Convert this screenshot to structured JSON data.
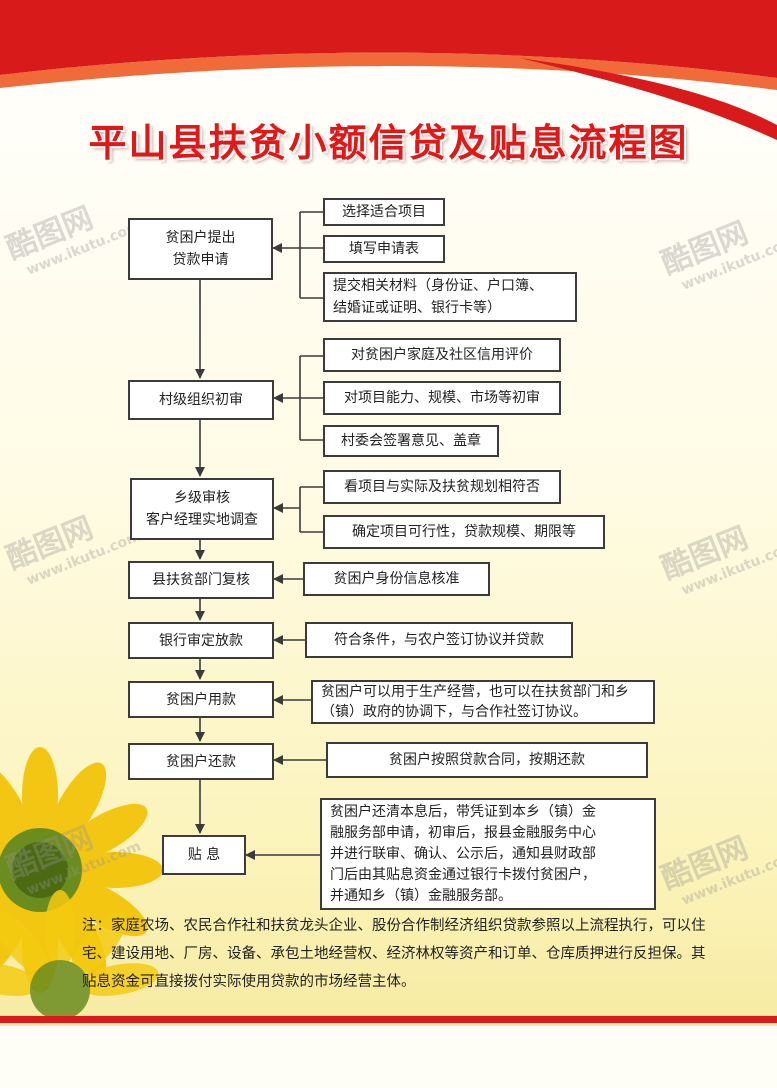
{
  "title": "平山县扶贫小额信贷及贴息流程图",
  "watermark": {
    "brand": "酷图网",
    "url": "www.ikutu.com"
  },
  "colors": {
    "title": "#e01818",
    "band": "#d91a1a",
    "box_border": "#3b3b3b"
  },
  "main_steps": [
    {
      "label": "贫困户提出\n贷款申请"
    },
    {
      "label": "村级组织初审"
    },
    {
      "label": "乡级审核\n客户经理实地调查"
    },
    {
      "label": "县扶贫部门复核"
    },
    {
      "label": "银行审定放款"
    },
    {
      "label": "贫困户用款"
    },
    {
      "label": "贫困户还款"
    },
    {
      "label": "贴  息"
    }
  ],
  "side_notes": [
    {
      "label": "选择适合项目"
    },
    {
      "label": "填写申请表"
    },
    {
      "label": "提交相关材料（身份证、户口簿、\n结婚证或证明、银行卡等）"
    },
    {
      "label": "对贫困户家庭及社区信用评价"
    },
    {
      "label": "对项目能力、规模、市场等初审"
    },
    {
      "label": "村委会签署意见、盖章"
    },
    {
      "label": "看项目与实际及扶贫规划相符否"
    },
    {
      "label": "确定项目可行性，贷款规模、期限等"
    },
    {
      "label": "贫困户身份信息核准"
    },
    {
      "label": "符合条件，与农户签订协议并贷款"
    },
    {
      "label": "贫困户可以用于生产经营，也可以在扶贫部门和乡\n（镇）政府的协调下，与合作社签订协议。"
    },
    {
      "label": "贫困户按照贷款合同，按期还款"
    },
    {
      "label": "贫困户还清本息后，带凭证到本乡（镇）金\n融服务部申请，初审后，报县金融服务中心\n并进行联审、确认、公示后，通知县财政部\n门后由其贴息资金通过银行卡拨付贫困户，\n并通知乡（镇）金融服务部。"
    }
  ],
  "note": "注：家庭农场、农民合作社和扶贫龙头企业、股份合作制经济组织贷款参照以上流程执行，可以住宅、建设用地、厂房、设备、承包土地经营权、经济林权等资产和订单、仓库质押进行反担保。其贴息资金可直接拨付实际使用贷款的市场经营主体。"
}
